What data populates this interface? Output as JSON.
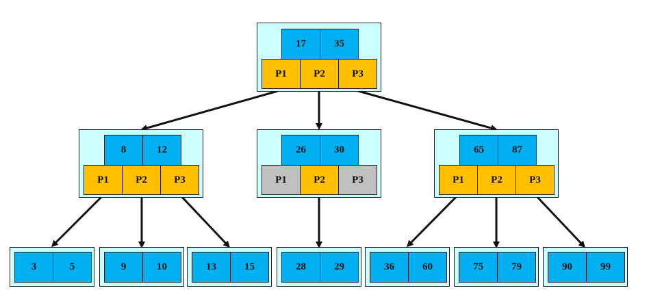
{
  "colors": {
    "node_bg": "#ccffff",
    "key": "#00b0f0",
    "pointer": "#ffc000",
    "unused_pointer": "#c0c0c0",
    "edge": "#111111"
  },
  "root": {
    "keys": [
      "17",
      "35"
    ],
    "pointers": [
      "P1",
      "P2",
      "P3"
    ]
  },
  "internal": [
    {
      "keys": [
        "8",
        "12"
      ],
      "pointers": [
        "P1",
        "P2",
        "P3"
      ],
      "active": [
        true,
        true,
        true
      ]
    },
    {
      "keys": [
        "26",
        "30"
      ],
      "pointers": [
        "P1",
        "P2",
        "P3"
      ],
      "active": [
        false,
        true,
        false
      ]
    },
    {
      "keys": [
        "65",
        "87"
      ],
      "pointers": [
        "P1",
        "P2",
        "P3"
      ],
      "active": [
        true,
        true,
        true
      ]
    }
  ],
  "leaves": [
    {
      "keys": [
        "3",
        "5"
      ]
    },
    {
      "keys": [
        "9",
        "10"
      ]
    },
    {
      "keys": [
        "13",
        "15"
      ]
    },
    {
      "keys": [
        "28",
        "29"
      ]
    },
    {
      "keys": [
        "36",
        "60"
      ]
    },
    {
      "keys": [
        "75",
        "79"
      ]
    },
    {
      "keys": [
        "90",
        "99"
      ]
    }
  ]
}
